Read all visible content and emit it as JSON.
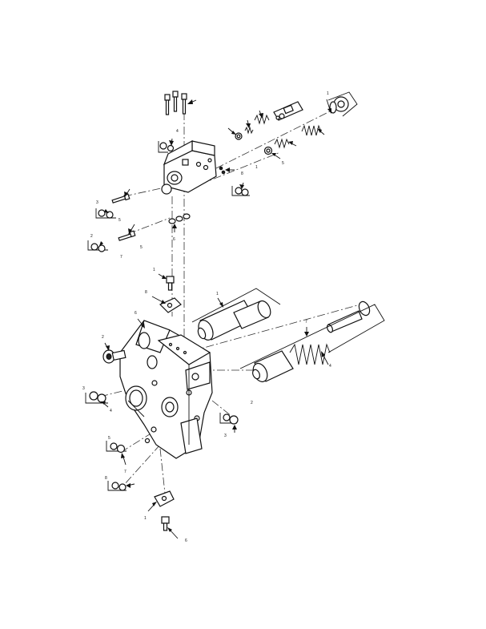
{
  "figure": {
    "callout_labels": [
      "4",
      "1",
      "3",
      "5",
      "2",
      "7",
      "6",
      "1",
      "8",
      "1",
      "6",
      "2",
      "3",
      "4",
      "5",
      "7",
      "8",
      "1",
      "6",
      "3",
      "2",
      "4",
      "7",
      "5",
      "8",
      "1",
      "5"
    ]
  }
}
